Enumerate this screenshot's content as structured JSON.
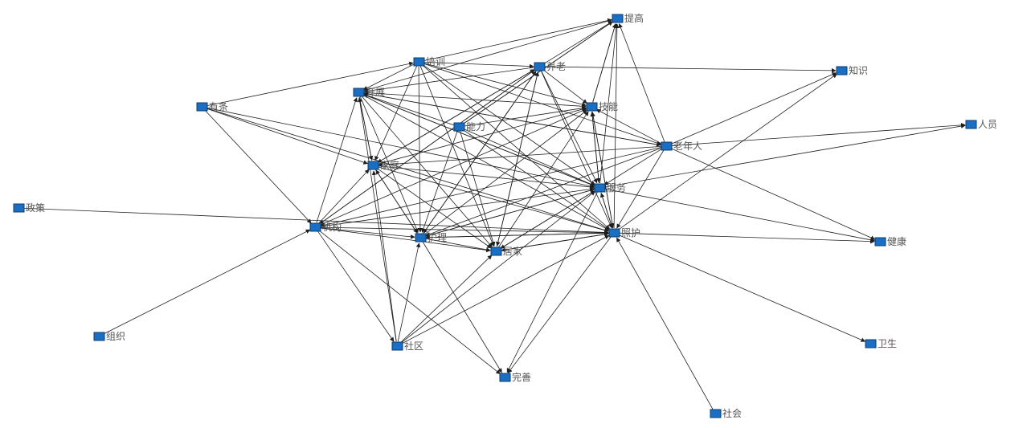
{
  "colors": {
    "node": "#1a6fc4",
    "node_border": "#0b3d6b",
    "edge": "#1f1f1f",
    "label": "#555555"
  },
  "nodes": [
    {
      "id": "tigao",
      "label": "提高"
    },
    {
      "id": "peixun",
      "label": "培训"
    },
    {
      "id": "yanglao",
      "label": "养老"
    },
    {
      "id": "zhishi",
      "label": "知识"
    },
    {
      "id": "kaizhan",
      "label": "开展"
    },
    {
      "id": "youguan",
      "label": "有条"
    },
    {
      "id": "jineng",
      "label": "技能"
    },
    {
      "id": "nengli",
      "label": "能力"
    },
    {
      "id": "renyuan",
      "label": "人员"
    },
    {
      "id": "laonianren",
      "label": "老年人"
    },
    {
      "id": "jiating",
      "label": "家庭"
    },
    {
      "id": "fuwu",
      "label": "服务"
    },
    {
      "id": "zhengce",
      "label": "政策"
    },
    {
      "id": "jigou",
      "label": "机构"
    },
    {
      "id": "huli",
      "label": "护理"
    },
    {
      "id": "zhaohu",
      "label": "照护"
    },
    {
      "id": "jujia",
      "label": "居家"
    },
    {
      "id": "jiankang",
      "label": "健康"
    },
    {
      "id": "zuzhi",
      "label": "组织"
    },
    {
      "id": "shequ",
      "label": "社区"
    },
    {
      "id": "weisheng",
      "label": "卫生"
    },
    {
      "id": "wanshan",
      "label": "完善"
    },
    {
      "id": "shehui",
      "label": "社会"
    }
  ],
  "edges": [
    [
      "peixun",
      "tigao"
    ],
    [
      "yanglao",
      "tigao"
    ],
    [
      "kaizhan",
      "tigao"
    ],
    [
      "jineng",
      "tigao"
    ],
    [
      "laonianren",
      "tigao"
    ],
    [
      "fuwu",
      "tigao"
    ],
    [
      "zhaohu",
      "tigao"
    ],
    [
      "nengli",
      "tigao"
    ],
    [
      "yanglao",
      "zhishi"
    ],
    [
      "zhaohu",
      "zhishi"
    ],
    [
      "laonianren",
      "zhishi"
    ],
    [
      "laonianren",
      "renyuan"
    ],
    [
      "fuwu",
      "renyuan"
    ],
    [
      "youguan",
      "peixun"
    ],
    [
      "youguan",
      "jiating"
    ],
    [
      "youguan",
      "jigou"
    ],
    [
      "youguan",
      "fuwu"
    ],
    [
      "youguan",
      "zhaohu"
    ],
    [
      "peixun",
      "kaizhan"
    ],
    [
      "peixun",
      "jiating"
    ],
    [
      "peixun",
      "huli"
    ],
    [
      "peixun",
      "jujia"
    ],
    [
      "peixun",
      "jineng"
    ],
    [
      "peixun",
      "fuwu"
    ],
    [
      "peixun",
      "zhaohu"
    ],
    [
      "peixun",
      "laonianren"
    ],
    [
      "peixun",
      "yanglao"
    ],
    [
      "yanglao",
      "kaizhan"
    ],
    [
      "yanglao",
      "jiating"
    ],
    [
      "yanglao",
      "jigou"
    ],
    [
      "yanglao",
      "huli"
    ],
    [
      "yanglao",
      "jujia"
    ],
    [
      "yanglao",
      "jineng"
    ],
    [
      "yanglao",
      "fuwu"
    ],
    [
      "yanglao",
      "zhaohu"
    ],
    [
      "kaizhan",
      "jiating"
    ],
    [
      "kaizhan",
      "huli"
    ],
    [
      "kaizhan",
      "jujia"
    ],
    [
      "kaizhan",
      "fuwu"
    ],
    [
      "kaizhan",
      "zhaohu"
    ],
    [
      "kaizhan",
      "jineng"
    ],
    [
      "kaizhan",
      "laonianren"
    ],
    [
      "nengli",
      "kaizhan"
    ],
    [
      "nengli",
      "jineng"
    ],
    [
      "nengli",
      "fuwu"
    ],
    [
      "nengli",
      "zhaohu"
    ],
    [
      "nengli",
      "huli"
    ],
    [
      "nengli",
      "jujia"
    ],
    [
      "nengli",
      "tigao"
    ],
    [
      "laonianren",
      "kaizhan"
    ],
    [
      "laonianren",
      "jiating"
    ],
    [
      "laonianren",
      "jigou"
    ],
    [
      "laonianren",
      "fuwu"
    ],
    [
      "laonianren",
      "zhaohu"
    ],
    [
      "laonianren",
      "jiankang"
    ],
    [
      "laonianren",
      "jineng"
    ],
    [
      "laonianren",
      "huli"
    ],
    [
      "jiating",
      "yanglao"
    ],
    [
      "jiating",
      "jineng"
    ],
    [
      "jiating",
      "fuwu"
    ],
    [
      "jiating",
      "zhaohu"
    ],
    [
      "jiating",
      "huli"
    ],
    [
      "jiating",
      "jujia"
    ],
    [
      "jiating",
      "kaizhan"
    ],
    [
      "zhengce",
      "zhaohu"
    ],
    [
      "jigou",
      "kaizhan"
    ],
    [
      "jigou",
      "jiating"
    ],
    [
      "jigou",
      "huli"
    ],
    [
      "jigou",
      "jujia"
    ],
    [
      "jigou",
      "zhaohu"
    ],
    [
      "jigou",
      "fuwu"
    ],
    [
      "jigou",
      "yanglao"
    ],
    [
      "jigou",
      "jineng"
    ],
    [
      "jigou",
      "shequ"
    ],
    [
      "jigou",
      "wanshan"
    ],
    [
      "zuzhi",
      "jigou"
    ],
    [
      "huli",
      "jujia"
    ],
    [
      "huli",
      "zhaohu"
    ],
    [
      "huli",
      "fuwu"
    ],
    [
      "huli",
      "yanglao"
    ],
    [
      "huli",
      "wanshan"
    ],
    [
      "huli",
      "jineng"
    ],
    [
      "huli",
      "jiating"
    ],
    [
      "jujia",
      "fuwu"
    ],
    [
      "jujia",
      "zhaohu"
    ],
    [
      "jujia",
      "yanglao"
    ],
    [
      "jujia",
      "jineng"
    ],
    [
      "fuwu",
      "zhaohu"
    ],
    [
      "fuwu",
      "jiankang"
    ],
    [
      "fuwu",
      "jineng"
    ],
    [
      "fuwu",
      "huli"
    ],
    [
      "fuwu",
      "jujia"
    ],
    [
      "fuwu",
      "kaizhan"
    ],
    [
      "fuwu",
      "wanshan"
    ],
    [
      "zhaohu",
      "fuwu"
    ],
    [
      "zhaohu",
      "jiankang"
    ],
    [
      "zhaohu",
      "weisheng"
    ],
    [
      "zhaohu",
      "jineng"
    ],
    [
      "zhaohu",
      "wanshan"
    ],
    [
      "zhaohu",
      "huli"
    ],
    [
      "zhaohu",
      "jujia"
    ],
    [
      "shequ",
      "huli"
    ],
    [
      "shequ",
      "jujia"
    ],
    [
      "shequ",
      "jiating"
    ],
    [
      "shequ",
      "kaizhan"
    ],
    [
      "shequ",
      "zhaohu"
    ],
    [
      "shequ",
      "fuwu"
    ],
    [
      "shehui",
      "zhaohu"
    ],
    [
      "jineng",
      "zhaohu"
    ],
    [
      "jineng",
      "fuwu"
    ],
    [
      "jineng",
      "tigao"
    ]
  ]
}
